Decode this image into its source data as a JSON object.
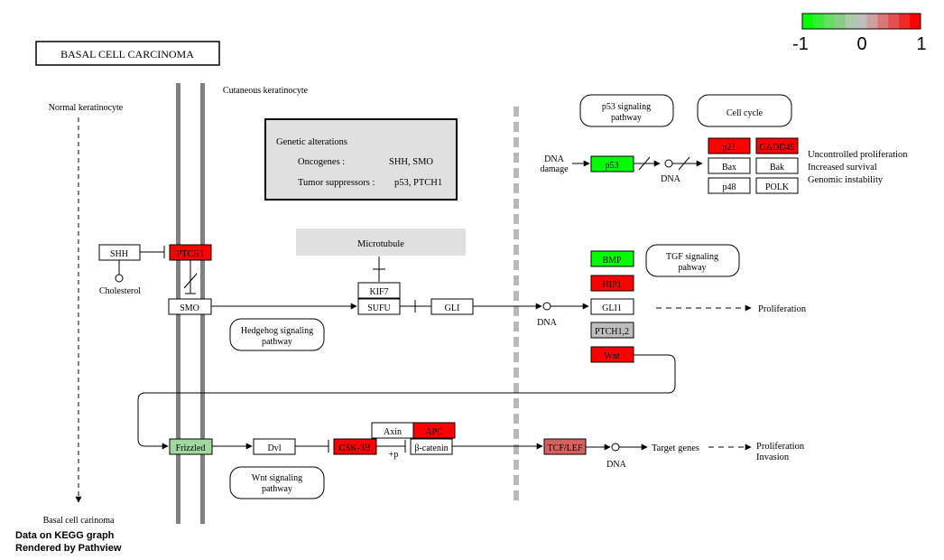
{
  "title": "BASAL  CELL CARCINOMA",
  "legend": {
    "min": "-1",
    "mid": "0",
    "max": "1",
    "colors": [
      "#00ff00",
      "#33ee33",
      "#66dd66",
      "#88cc88",
      "#aacbaa",
      "#bebebe",
      "#cfa0a0",
      "#d97777",
      "#e45050",
      "#ef2a2a",
      "#ff0000"
    ]
  },
  "cells": {
    "normal": "Normal keratinocyte",
    "cutaneous": "Cutaneous keratinocyte",
    "basal": "Basal cell carinoma"
  },
  "genetic": {
    "heading": "Genetic alterations",
    "onco_label": "Oncogenes :",
    "onco_value": "SHH, SMO",
    "tumor_label": "Tumor suppressors :",
    "tumor_value": "p53, PTCH1"
  },
  "microtubule": "Microtubule",
  "genes": {
    "shh": "SHH",
    "ptch1": "PTCH1",
    "smo": "SMO",
    "kif7": "KIF7",
    "sufu": "SUFU",
    "gli": "GLI",
    "p53": "p53",
    "p21": "p21",
    "gadd45": "GADD45",
    "bax": "Bax",
    "bak": "Bak",
    "p48": "p48",
    "polk": "POLK",
    "bmp": "BMP",
    "hip1": "HIP1",
    "gli1": "GLI1",
    "ptch12": "PTCH1,2",
    "wnt": "Wnt",
    "frizzled": "Frizzled",
    "dvl": "Dvl",
    "gsk3b": "GSK-3B",
    "axin": "Axin",
    "apc": "APC",
    "bcatenin": "β-catenin",
    "tcflef": "TCF/LEF"
  },
  "gene_colors": {
    "ptch1": "#ff0000",
    "p53": "#00ff00",
    "p21": "#ff0000",
    "gadd45": "#ff0000",
    "bmp": "#00ff00",
    "hip1": "#ff0000",
    "ptch12": "#bebebe",
    "wnt": "#ff0000",
    "frizzled": "#a0d8a0",
    "gsk3b": "#ff0000",
    "apc": "#ff0000",
    "tcflef": "#d96060"
  },
  "labels": {
    "cholesterol": "Cholesterol",
    "dna": "DNA",
    "dna_damage_1": "DNA",
    "dna_damage_2": "damage",
    "proliferation": "Proliferation",
    "target_genes": "Target genes",
    "prolif_invasion_1": "Proliferation",
    "prolif_invasion_2": "Invasion",
    "uncontrolled": "Uncontrolled proliferation",
    "survival": "Increased survival",
    "genomic": "Genomic instability",
    "plus_p": "+p"
  },
  "pathways": {
    "p53_1": "p53 signaling",
    "p53_2": "pathway",
    "cellcycle": "Cell cycle",
    "tgf_1": "TGF signaling",
    "tgf_2": "pahway",
    "hedgehog_1": "Hedgehog signaling",
    "hedgehog_2": "pathway",
    "wnt_1": "Wnt signaling",
    "wnt_2": "pathway"
  },
  "credits": {
    "line1": "Data on KEGG graph",
    "line2": "Rendered by Pathview"
  }
}
